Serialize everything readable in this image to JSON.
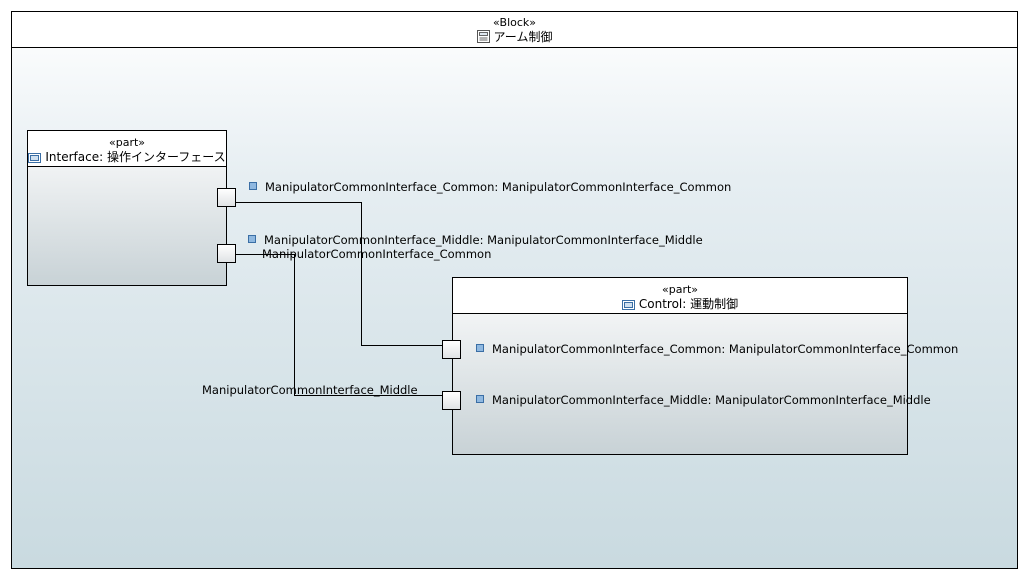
{
  "block": {
    "stereotype": "«Block»",
    "name": "アーム制御",
    "icon": "block-icon"
  },
  "parts": [
    {
      "stereotype": "«part»",
      "name": "Interface: 操作インターフェース",
      "icon": "part-icon",
      "ports": [
        {
          "label": "ManipulatorCommonInterface_Common: ManipulatorCommonInterface_Common"
        },
        {
          "label": "ManipulatorCommonInterface_Middle: ManipulatorCommonInterface_Middle"
        }
      ]
    },
    {
      "stereotype": "«part»",
      "name": "Control: 運動制御",
      "icon": "part-icon",
      "ports": [
        {
          "label": "ManipulatorCommonInterface_Common: ManipulatorCommonInterface_Common"
        },
        {
          "label": "ManipulatorCommonInterface_Middle: ManipulatorCommonInterface_Middle"
        }
      ]
    }
  ],
  "connectors": [
    {
      "label": "ManipulatorCommonInterface_Common"
    },
    {
      "label": "ManipulatorCommonInterface_Middle"
    }
  ],
  "colors": {
    "port_icon": "#8fb8e0",
    "line": "#000000"
  }
}
